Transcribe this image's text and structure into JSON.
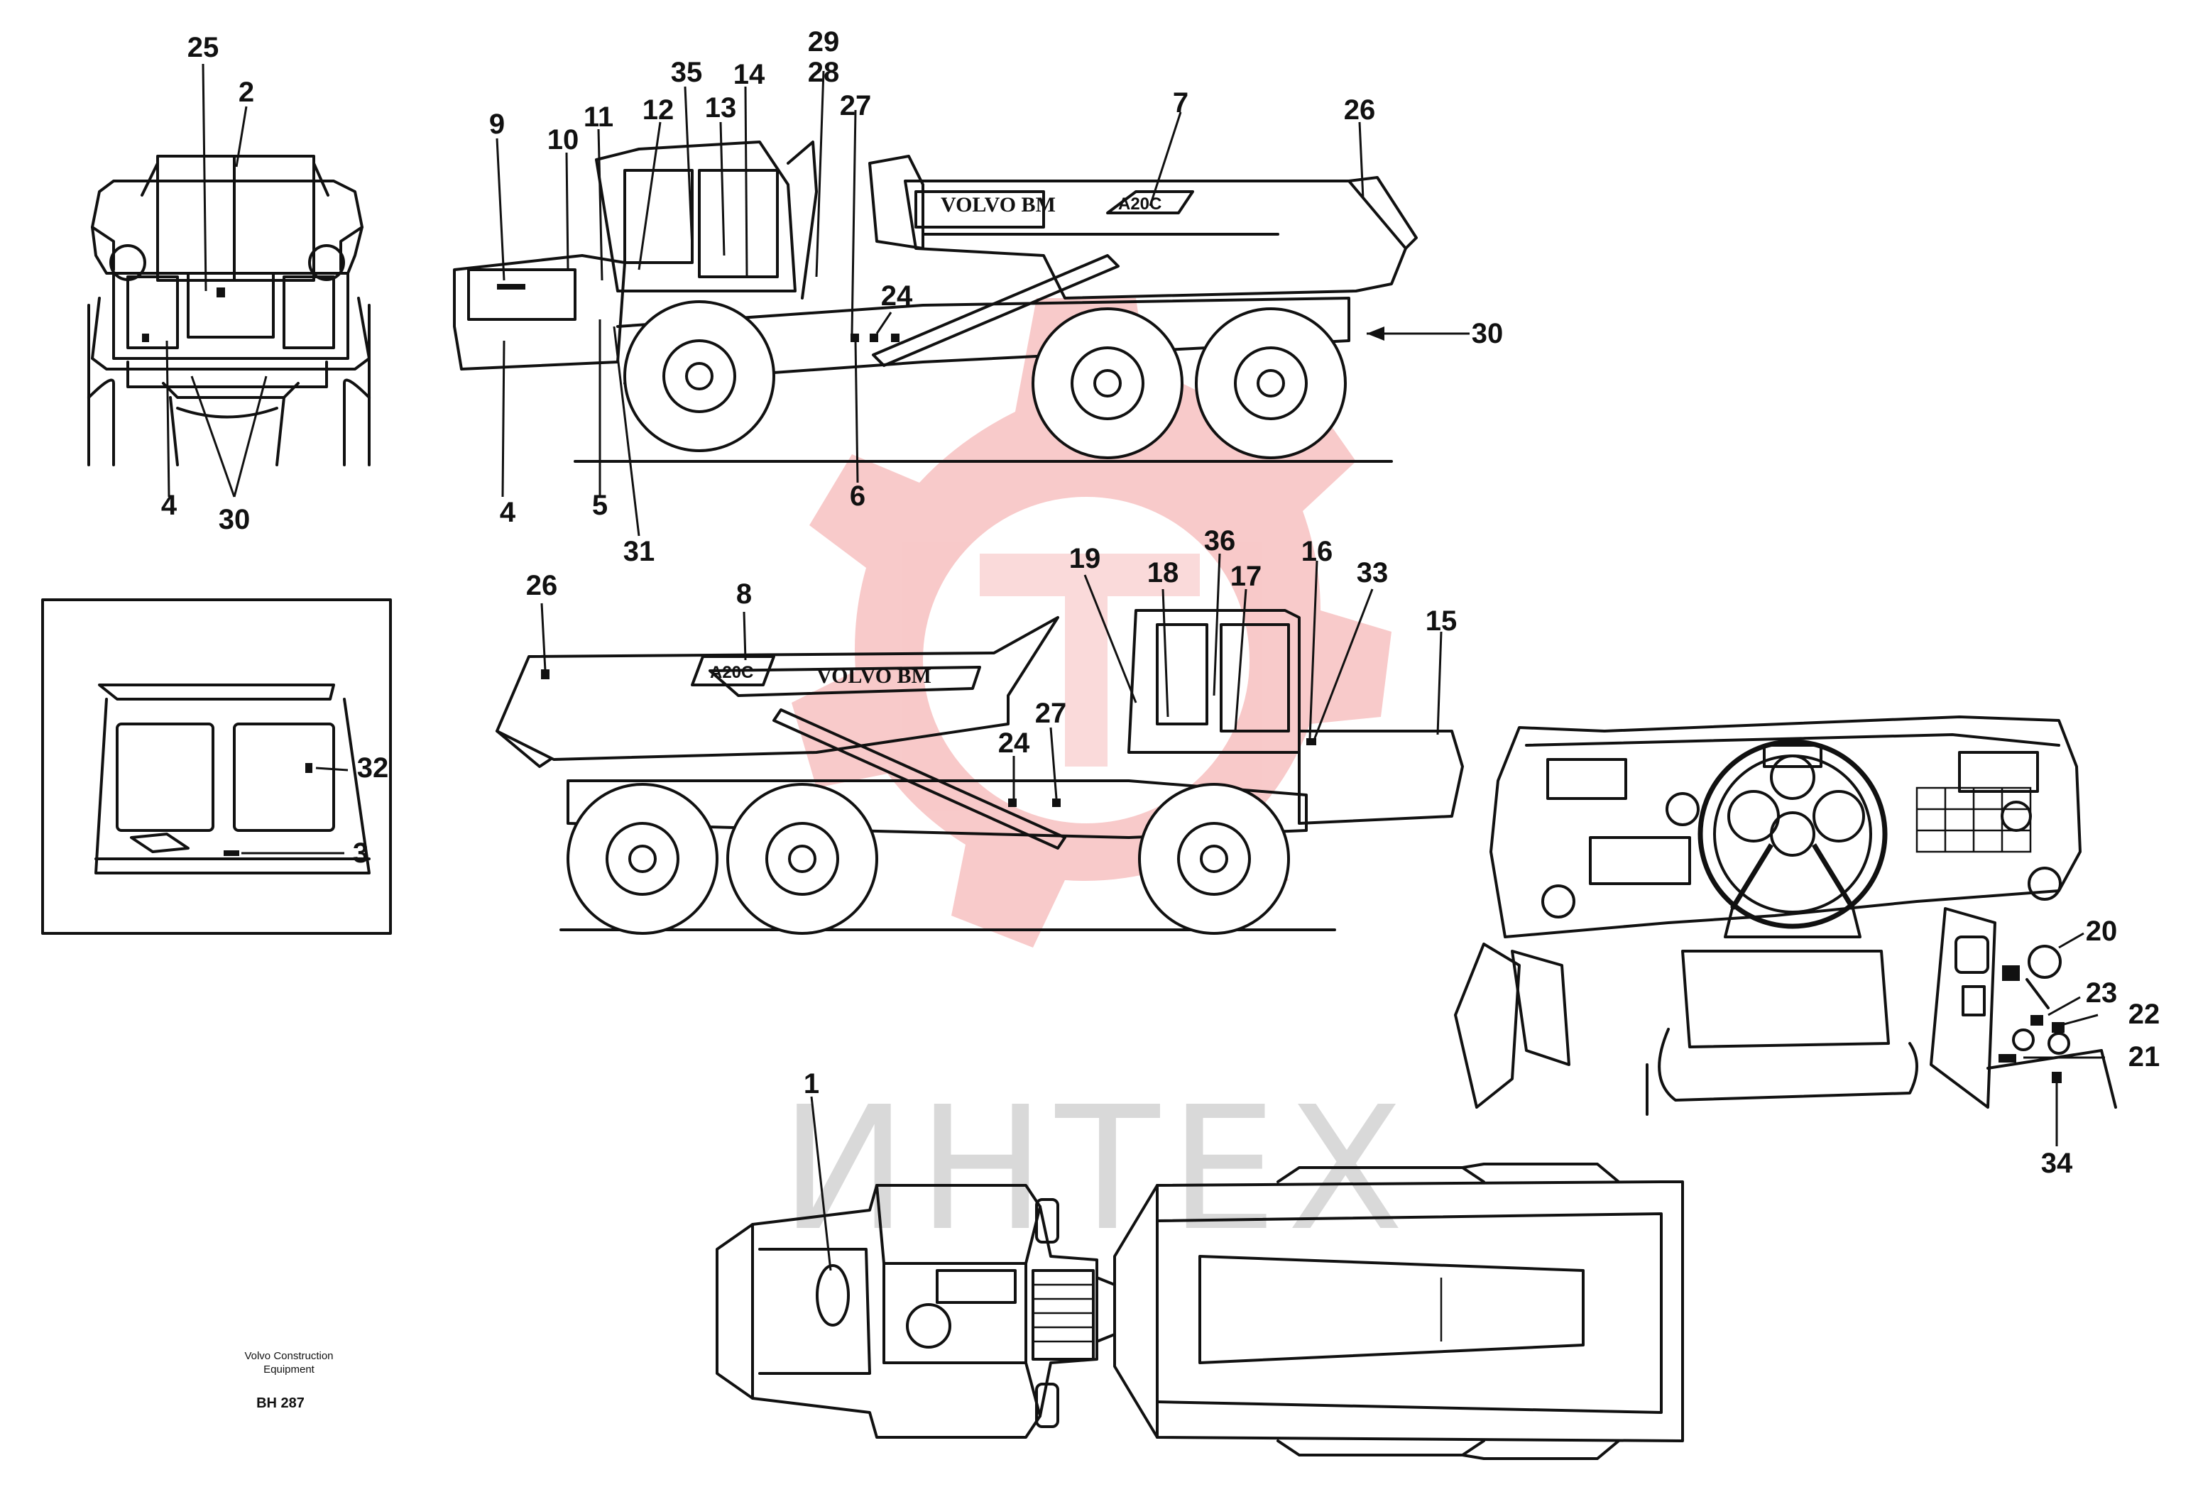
{
  "watermark": {
    "text": "ИНТЕХ",
    "logo": "gear-watermark",
    "color": "#f4b4b4"
  },
  "brand_text": "VOLVO BM",
  "model_text": "A20C",
  "footer": {
    "company": "Volvo Construction",
    "company_line2": "Equipment",
    "code": "BH 287"
  },
  "views": {
    "front_view": {
      "callouts": [
        "25",
        "2",
        "4",
        "30"
      ]
    },
    "cab_rear_panel": {
      "callouts": [
        "32",
        "3"
      ]
    },
    "left_side_view": {
      "callouts": [
        "9",
        "10",
        "11",
        "12",
        "35",
        "13",
        "14",
        "29",
        "28",
        "27",
        "7",
        "26",
        "24",
        "30",
        "4",
        "5",
        "31",
        "6"
      ]
    },
    "right_side_view": {
      "callouts": [
        "26",
        "8",
        "19",
        "18",
        "36",
        "17",
        "16",
        "33",
        "15",
        "24",
        "27"
      ]
    },
    "dashboard_view": {
      "callouts": [
        "20",
        "23",
        "22",
        "21",
        "34"
      ]
    },
    "top_view": {
      "callouts": [
        "1"
      ]
    }
  }
}
